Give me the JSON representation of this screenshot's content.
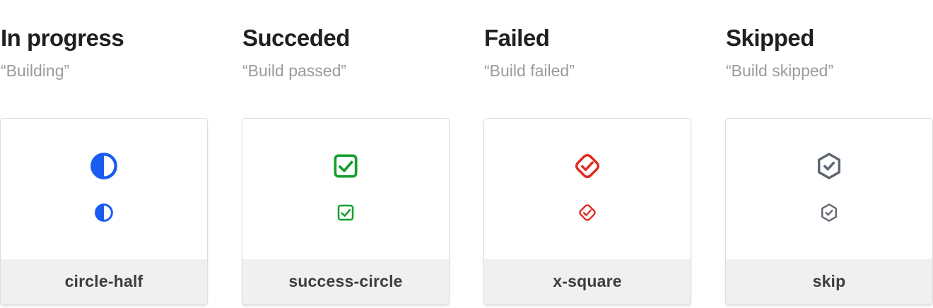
{
  "colors": {
    "heading_text": "#202020",
    "subtitle_text": "#9b9b9b",
    "label_text": "#3d3d3d",
    "card_border": "#dcdcdc",
    "card_footer_background": "#f0f0f0",
    "status_blue": "#1a5cf0",
    "status_green": "#129e2d",
    "status_red": "#e02b20",
    "status_gray": "#5f6672"
  },
  "columns": [
    {
      "title": "In progress",
      "subtitle": "“Building”",
      "icon": "circle-half-icon",
      "label": "circle-half",
      "color": "#1a5cf0"
    },
    {
      "title": "Succeded",
      "subtitle": "“Build passed”",
      "icon": "check-square-icon",
      "label": "success-circle",
      "color": "#129e2d"
    },
    {
      "title": "Failed",
      "subtitle": "“Build failed”",
      "icon": "diamond-check-icon",
      "label": "x-square",
      "color": "#e02b20"
    },
    {
      "title": "Skipped",
      "subtitle": "“Build skipped”",
      "icon": "hexagon-check-icon",
      "label": "skip",
      "color": "#5f6672"
    }
  ]
}
